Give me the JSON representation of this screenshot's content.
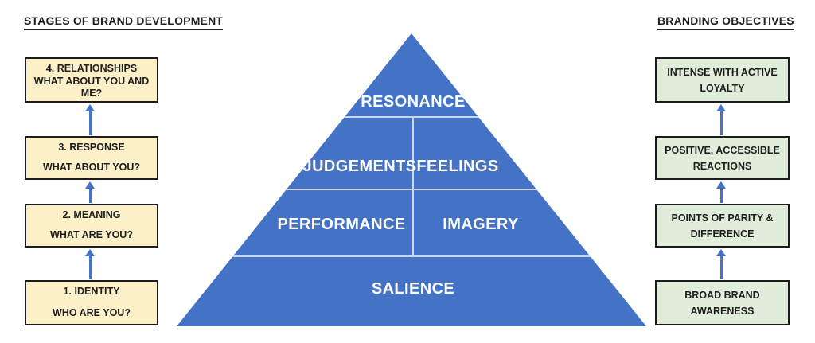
{
  "left_panel": {
    "title": "STAGES OF BRAND DEVELOPMENT",
    "boxes": [
      {
        "name": "relationships",
        "lines": [
          "4. RELATIONSHIPS",
          "WHAT ABOUT YOU AND",
          "ME?"
        ]
      },
      {
        "name": "response",
        "lines": [
          "3. RESPONSE",
          "WHAT ABOUT YOU?"
        ]
      },
      {
        "name": "meaning",
        "lines": [
          "2. MEANING",
          "WHAT ARE YOU?"
        ]
      },
      {
        "name": "identity",
        "lines": [
          "1. IDENTITY",
          "WHO ARE YOU?"
        ]
      }
    ]
  },
  "pyramid": {
    "levels": [
      {
        "cells": [
          "RESONANCE"
        ]
      },
      {
        "cells": [
          "JUDGEMENTS",
          "FEELINGS"
        ]
      },
      {
        "cells": [
          "PERFORMANCE",
          "IMAGERY"
        ]
      },
      {
        "cells": [
          "SALIENCE"
        ]
      }
    ]
  },
  "right_panel": {
    "title": "BRANDING OBJECTIVES",
    "boxes": [
      {
        "name": "loyalty",
        "lines": [
          "INTENSE WITH ACTIVE",
          "LOYALTY"
        ]
      },
      {
        "name": "reactions",
        "lines": [
          "POSITIVE, ACCESSIBLE",
          "REACTIONS"
        ]
      },
      {
        "name": "parity",
        "lines": [
          "POINTS OF PARITY &",
          "DIFFERENCE"
        ]
      },
      {
        "name": "awareness",
        "lines": [
          "BROAD BRAND",
          "AWARENESS"
        ]
      }
    ]
  },
  "colors": {
    "pyramid_fill": "#4472C4",
    "pyramid_divider": "#CCD6EE",
    "stage_box_fill": "#FBF0C8",
    "objective_box_fill": "#E0EDDA",
    "box_border": "#1C1C1C",
    "arrow": "#4472C4",
    "pyramid_text": "#FFFFFF",
    "text": "#1F1F1F"
  }
}
